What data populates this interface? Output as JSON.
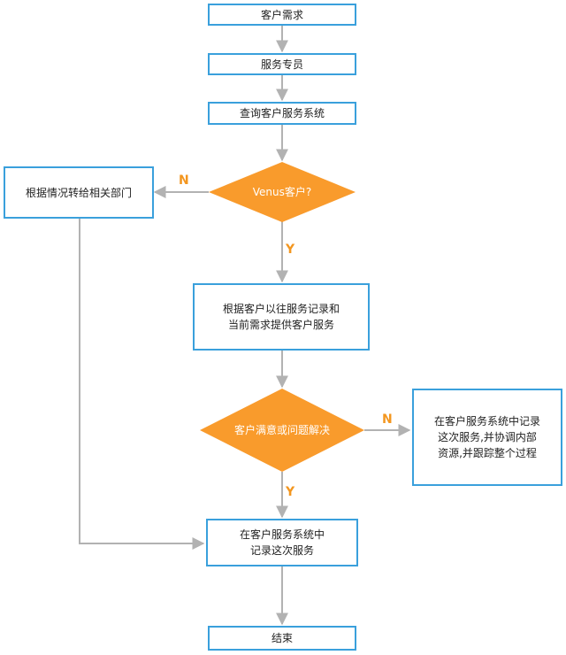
{
  "colors": {
    "box_border": "#3aa0dc",
    "decision_fill": "#f99b2c",
    "connector": "#b2b2b2",
    "branch_label": "#f3961f"
  },
  "nodes": {
    "customer_request": "客户需求",
    "service_specialist": "服务专员",
    "query_system": "查询客户服务系统",
    "venus_decision": "Venus客户?",
    "transfer_department": "根据情况转给相关部门",
    "provide_service": {
      "line1": "根据客户以往服务记录和",
      "line2": "当前需求提供客户服务"
    },
    "satisfied_decision": "客户满意或问题解决",
    "coordinate_resources": {
      "line1": "在客户服务系统中记录",
      "line2": "这次服务,并协调内部",
      "line3": "资源,并跟踪整个过程"
    },
    "record_service": {
      "line1": "在客户服务系统中",
      "line2": "记录这次服务"
    },
    "end": "结束"
  },
  "edge_labels": {
    "venus_no": "N",
    "venus_yes": "Y",
    "satisfied_no": "N",
    "satisfied_yes": "Y"
  }
}
